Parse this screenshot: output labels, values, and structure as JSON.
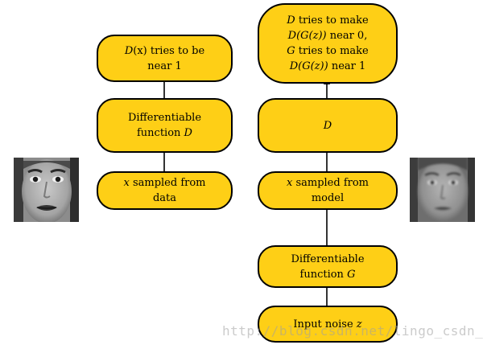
{
  "diagram": {
    "left_column": {
      "top": {
        "parts": [
          {
            "t": "D",
            "i": true
          },
          {
            "t": "(x) tries to be\nnear 1",
            "i": false
          }
        ]
      },
      "middle": {
        "parts": [
          {
            "t": "Differentiable\nfunction ",
            "i": false
          },
          {
            "t": "D",
            "i": true
          }
        ]
      },
      "bottom": {
        "parts": [
          {
            "t": "x",
            "i": true
          },
          {
            "t": " sampled from\ndata",
            "i": false
          }
        ]
      }
    },
    "right_column": {
      "top": {
        "parts": [
          {
            "t": "D",
            "i": true
          },
          {
            "t": " tries to make\n",
            "i": false
          },
          {
            "t": "D(G(z))",
            "i": true
          },
          {
            "t": " near 0,\n",
            "i": false
          },
          {
            "t": "G",
            "i": true
          },
          {
            "t": " tries to make\n",
            "i": false
          },
          {
            "t": "D(G(z))",
            "i": true
          },
          {
            "t": " near 1",
            "i": false
          }
        ]
      },
      "discriminator": {
        "parts": [
          {
            "t": "D",
            "i": true
          }
        ]
      },
      "sample": {
        "parts": [
          {
            "t": "x",
            "i": true
          },
          {
            "t": " sampled from\nmodel",
            "i": false
          }
        ]
      },
      "generator": {
        "parts": [
          {
            "t": "Differentiable\nfunction ",
            "i": false
          },
          {
            "t": "G",
            "i": true
          }
        ]
      },
      "noise": {
        "parts": [
          {
            "t": "Input noise ",
            "i": false
          },
          {
            "t": "z",
            "i": true
          }
        ]
      }
    },
    "node_color": "#fecf16",
    "watermark": "http://blog.csdn.net/lingo_csdn_"
  }
}
